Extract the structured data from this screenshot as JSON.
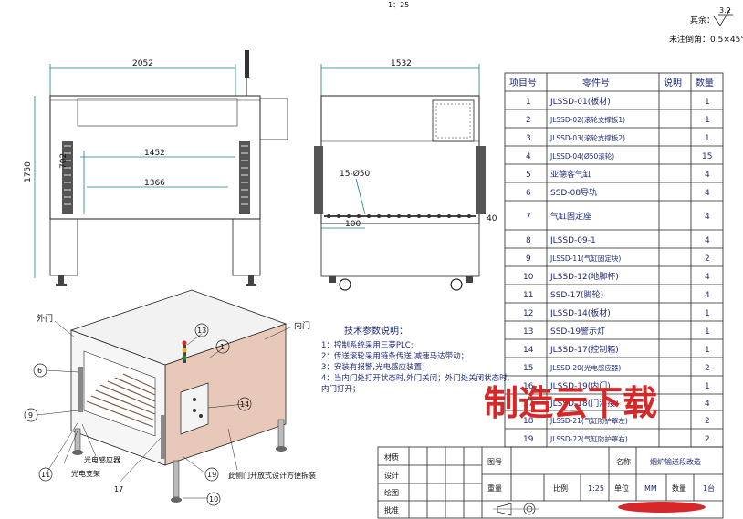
{
  "header": {
    "top_scale": "1：25",
    "roughness_label": "其余：",
    "roughness_value": "3.2",
    "chamfer_note": "未注倒角：0.5×45°"
  },
  "front_view": {
    "dims": {
      "overall_width": "2052",
      "height": "1750",
      "inner_width": "1452",
      "roller_width": "1366",
      "inner_height": "702"
    }
  },
  "side_view": {
    "dims": {
      "overall_width": "1532",
      "roller_count": "15-Ø50",
      "pitch": "100",
      "end_gap": "40"
    }
  },
  "iso_view": {
    "labels": {
      "outer_door": "外门",
      "inner_door": "内门",
      "sensor": "光电感应器",
      "bracket": "光电支架",
      "side_door_note": "此侧门开放式设计方便拆装"
    },
    "balloons": [
      "13",
      "1",
      "6",
      "14",
      "9",
      "11",
      "17",
      "19",
      "10"
    ]
  },
  "tech_params": {
    "title": "技术参数说明：",
    "items": [
      "1：控制系统采用三菱PLC;",
      "2：传送滚轮采用链条传送,减速马达带动；",
      "3：安装有报警,光电感应装置；",
      "4：当内门处打开状态时,外门关闭；外门处关闭状态时,",
      "    内门打开；"
    ]
  },
  "bom": {
    "headers": [
      "项目号",
      "零件号",
      "说明",
      "数量"
    ],
    "rows": [
      {
        "no": "1",
        "part": "JLSSD-01(板材)",
        "qty": "1"
      },
      {
        "no": "2",
        "part": "JLSSD-02(滚轮支撑板1)",
        "qty": "1"
      },
      {
        "no": "3",
        "part": "JLSSD-03(滚轮支撑板2)",
        "qty": "1"
      },
      {
        "no": "4",
        "part": "JLSSD-04(Ø50滚轮)",
        "qty": "15"
      },
      {
        "no": "5",
        "part": "亚德客气缸",
        "qty": "4"
      },
      {
        "no": "6",
        "part": "SSD-08导轨",
        "qty": "4"
      },
      {
        "no": "7",
        "part": "气缸固定座",
        "qty": "4"
      },
      {
        "no": "8",
        "part": "JLSSD-09-1",
        "qty": "4"
      },
      {
        "no": "9",
        "part": "JLSSD-11(气缸固定块)",
        "qty": "2"
      },
      {
        "no": "10",
        "part": "JLSSD-12(地脚杯)",
        "qty": "4"
      },
      {
        "no": "11",
        "part": "SSD-17(脚轮)",
        "qty": "4"
      },
      {
        "no": "12",
        "part": "JLSSD-14(板材)",
        "qty": "1"
      },
      {
        "no": "13",
        "part": "SSD-19警示灯",
        "qty": "1"
      },
      {
        "no": "14",
        "part": "JLSSD-17(控制箱)",
        "qty": "1"
      },
      {
        "no": "15",
        "part": "JLSSD-20(光电感应器)",
        "qty": "2"
      },
      {
        "no": "16",
        "part": "JLSSD-19(内门)",
        "qty": "1"
      },
      {
        "no": "17",
        "part": "JLSSD-18(门浮接)",
        "qty": "4"
      },
      {
        "no": "18",
        "part": "JLSSD-21(气缸防护罩左)",
        "qty": "2"
      },
      {
        "no": "19",
        "part": "JLSSD-22(气缸防护罩右)",
        "qty": "2"
      }
    ]
  },
  "title_block": {
    "material": "材质",
    "design": "设计",
    "drawing": "绘图",
    "approve": "批准",
    "drawing_no": "图号",
    "name_label": "名称",
    "name_value": "烟炉输送段改造",
    "weight": "重量",
    "scale_label": "比例",
    "scale_value": "1:25",
    "unit_label": "单位",
    "unit_value": "MM",
    "qty_label": "数量",
    "qty_value": "1台"
  },
  "watermark": "制造云下载",
  "colors": {
    "accent_red": "#d62828",
    "dim_line": "#1a7f7f",
    "panel": "#e8c8b8"
  }
}
